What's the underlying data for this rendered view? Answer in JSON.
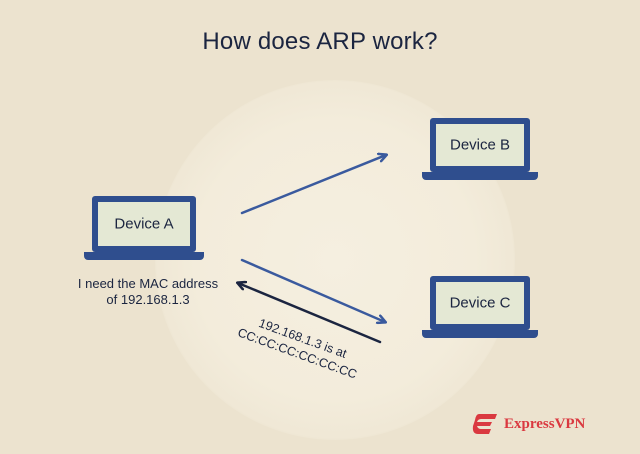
{
  "title": "How does ARP work?",
  "devices": {
    "a": {
      "label": "Device A"
    },
    "b": {
      "label": "Device B"
    },
    "c": {
      "label": "Device C"
    }
  },
  "request_text": {
    "line1": "I need the MAC address",
    "line2": "of 192.168.1.3"
  },
  "reply_text": {
    "line1": "192.168.1.3 is at",
    "line2": "CC:CC:CC:CC:CC:CC"
  },
  "brand": {
    "name": "ExpressVPN",
    "icon": "expressvpn-logo-icon"
  },
  "colors": {
    "background": "#ECE3CF",
    "laptop": "#2F4E8E",
    "broadcast_arrow": "#3A5A9E",
    "reply_arrow": "#1B2540",
    "brand": "#DA3940"
  }
}
